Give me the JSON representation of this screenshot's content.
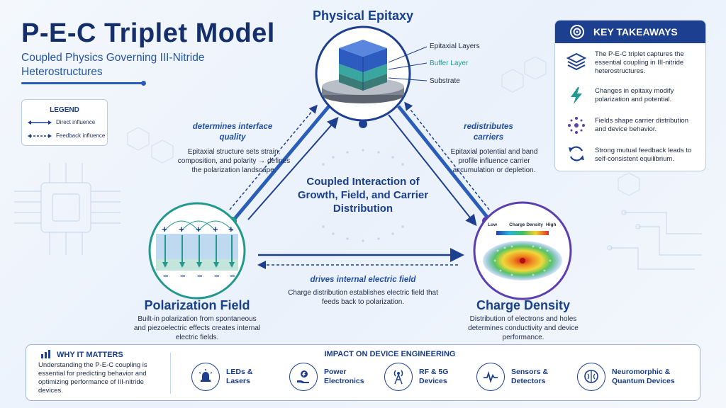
{
  "header": {
    "title": "P-E-C Triplet Model",
    "subtitle": "Coupled Physics Governing III-Nitride Heterostructures"
  },
  "legend": {
    "title": "LEGEND",
    "direct": "Direct influence",
    "feedback": "Feedback influence"
  },
  "nodes": {
    "epitaxy": {
      "title": "Physical Epitaxy",
      "layers": [
        "Epitaxial Layers",
        "Buffer Layer",
        "Substrate"
      ]
    },
    "polarization": {
      "title": "Polarization Field",
      "desc": "Built-in polarization from spontaneous and piezoelectric effects creates internal electric fields."
    },
    "charge": {
      "title": "Charge Density",
      "desc": "Distribution of electrons and holes determines conductivity and device performance.",
      "scale_low": "Low",
      "scale_mid": "Charge Density",
      "scale_high": "High"
    }
  },
  "edges": {
    "left": {
      "label": "determines interface quality",
      "desc": "Epitaxial structure sets strain, composition, and polarity → defines the polarization landscape."
    },
    "right": {
      "label": "redistributes carriers",
      "desc": "Epitaxial potential and band profile influence carrier accumulation or depletion."
    },
    "bottom": {
      "label": "drives internal electric field",
      "desc": "Charge distribution establishes electric field that feeds back to polarization."
    }
  },
  "center": {
    "text": "Coupled Interaction of Growth, Field, and Carrier Distribution"
  },
  "takeaways": {
    "title": "KEY TAKEAWAYS",
    "items": [
      {
        "icon": "layers-icon",
        "text": "The P-E-C triplet captures the essential coupling in III-nitride heterostructures."
      },
      {
        "icon": "lightning-icon",
        "text": "Changes in epitaxy modify polarization and potential."
      },
      {
        "icon": "dots-icon",
        "text": "Fields shape carrier distribution and device behavior."
      },
      {
        "icon": "cycle-icon",
        "text": "Strong mutual feedback leads to self-consistent equilibrium."
      }
    ]
  },
  "bottom": {
    "why_title": "WHY IT MATTERS",
    "why_text": "Understanding the P-E-C coupling is essential for predicting behavior and optimizing performance of III-nitride devices.",
    "impact_title": "IMPACT ON DEVICE ENGINEERING",
    "impacts": [
      {
        "icon": "led-icon",
        "label": "LEDs & Lasers"
      },
      {
        "icon": "power-hand-icon",
        "label": "Power Electronics"
      },
      {
        "icon": "antenna-icon",
        "label": "RF & 5G Devices"
      },
      {
        "icon": "sensor-icon",
        "label": "Sensors & Detectors"
      },
      {
        "icon": "brain-icon",
        "label": "Neuromorphic & Quantum Devices"
      }
    ]
  },
  "colors": {
    "primary": "#1d3f8f",
    "accent": "#2a5db8",
    "teal": "#22998f",
    "purple": "#5b3fb0"
  }
}
